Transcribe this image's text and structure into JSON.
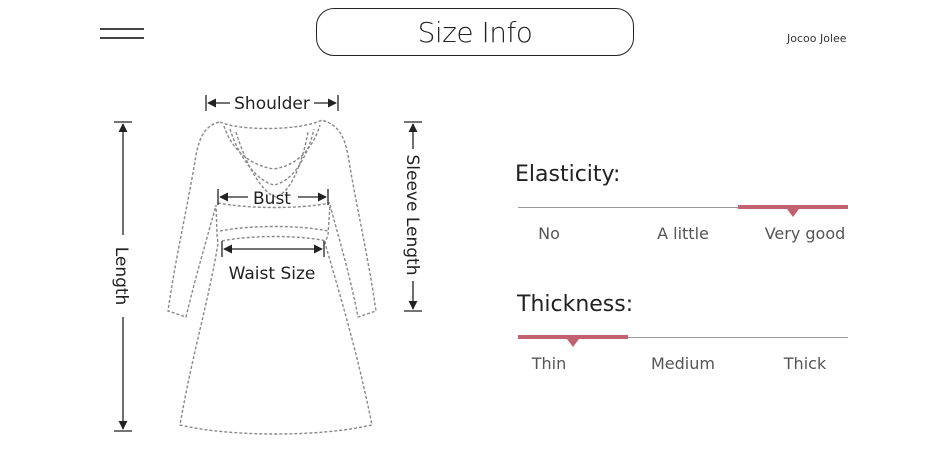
{
  "header": {
    "title": "Size Info",
    "brand": "Jocoo Jolee"
  },
  "diagram": {
    "labels": {
      "shoulder": "Shoulder",
      "bust": "Bust",
      "waist": "Waist Size",
      "length": "Length",
      "sleeve": "Sleeve Length"
    }
  },
  "elasticity": {
    "title": "Elasticity:",
    "options": [
      "No",
      "A little",
      "Very good"
    ],
    "selected": "Very good"
  },
  "thickness": {
    "title": "Thickness:",
    "options": [
      "Thin",
      "Medium",
      "Thick"
    ],
    "selected": "Thin"
  },
  "colors": {
    "accent": "#c2616f"
  }
}
